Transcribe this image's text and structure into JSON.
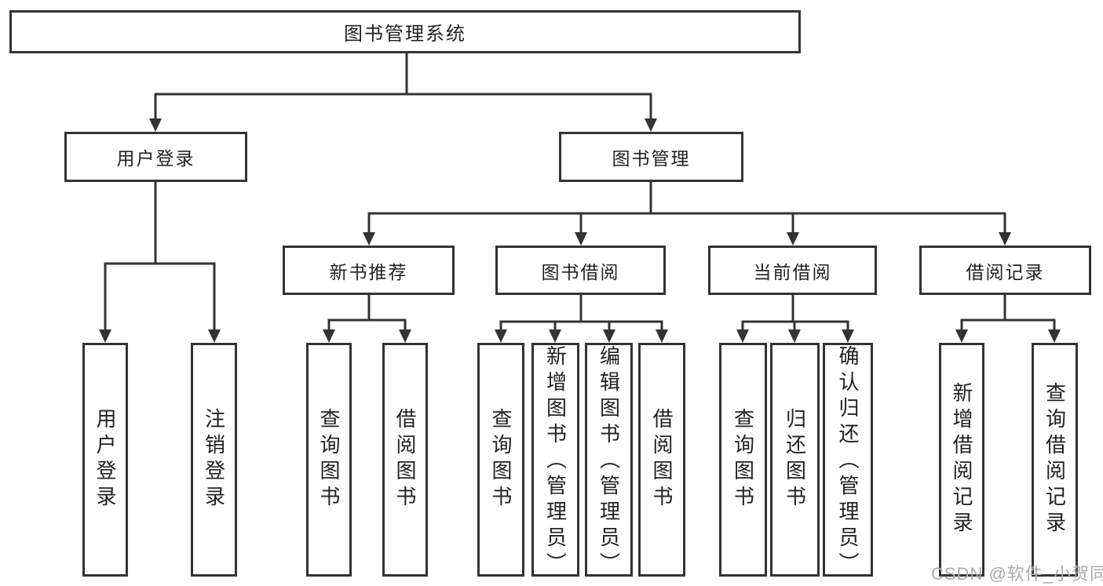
{
  "diagram": {
    "root": {
      "label": "图书管理系统"
    },
    "level2": [
      {
        "label": "用户登录"
      },
      {
        "label": "图书管理"
      }
    ],
    "level3": [
      {
        "label": "新书推荐"
      },
      {
        "label": "图书借阅"
      },
      {
        "label": "当前借阅"
      },
      {
        "label": "借阅记录"
      }
    ],
    "leaves": {
      "user_login": [
        {
          "label": "用户登录"
        },
        {
          "label": "注销登录"
        }
      ],
      "new_book_recommend": [
        {
          "label": "查询图书"
        },
        {
          "label": "借阅图书"
        }
      ],
      "book_borrowing": [
        {
          "label": "查询图书"
        },
        {
          "label": "新增图书（管理员）"
        },
        {
          "label": "编辑图书（管理员）"
        },
        {
          "label": "借阅图书"
        }
      ],
      "current_borrowing": [
        {
          "label": "查询图书"
        },
        {
          "label": "归还图书"
        },
        {
          "label": "确认归还（管理员）"
        }
      ],
      "borrowing_records": [
        {
          "label": "新增借阅记录"
        },
        {
          "label": "查询借阅记录"
        }
      ]
    }
  },
  "watermark": {
    "text": "CSDN @软件_小贺同学"
  },
  "colors": {
    "line": "#333333",
    "text": "#222222",
    "watermark": "#ababab"
  }
}
